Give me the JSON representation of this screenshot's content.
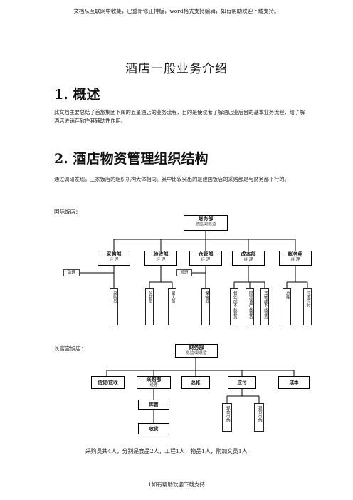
{
  "header_note": "文档从互联网中收集，已重新修正排版，word格式支持编辑，如有帮助欢迎下载支持。",
  "doc_title": "酒店一般业务介绍",
  "section1": {
    "heading": "1. 概述",
    "body": "此文档主要总结了首旅集团下属的五星酒店的业务流程，目的是使读者了解酒店业后台的基本业务流程，给了解酒店进销存软件其辅助性作用。"
  },
  "section2": {
    "heading": "2. 酒店物资管理组织结构",
    "body": "通过调研发现，三家饭店的组织机构大体相同。其中比较突出的是建国饭店的采购部是与财务部平行的。"
  },
  "chart1": {
    "label": "国际饭店：",
    "root": {
      "title": "财务部",
      "sub": "总监/副总监"
    },
    "depts": [
      {
        "title": "采购部",
        "sub": "经 理"
      },
      {
        "title": "验收部",
        "sub": "经 理"
      },
      {
        "title": "仓管部",
        "sub": "经 理"
      },
      {
        "title": "成本部",
        "sub": "经 理"
      },
      {
        "title": "帐务组",
        "sub": "经 理"
      }
    ],
    "tags": [
      "助理",
      "领班"
    ],
    "staff": [
      "采购员",
      "验货员",
      "录入员",
      "保管员",
      "餐饮成本核算员",
      "固定资产核算员",
      "其他成本核算员",
      "总账",
      "应收应付"
    ]
  },
  "chart2": {
    "label": "长富宫饭店：",
    "root": {
      "title": "财务部",
      "sub": "总监/副总监"
    },
    "depts": [
      {
        "title": "信贷/应收"
      },
      {
        "title": "采购部",
        "sub": "经理"
      },
      {
        "title": "总帐"
      },
      {
        "title": "应付"
      },
      {
        "title": "成本"
      }
    ],
    "sub_chain": [
      "库管",
      "收货"
    ],
    "payables": [
      "现金出纳",
      "银行出纳"
    ]
  },
  "summary": "采购员共4人，分别是食品2人，工程1人，物品1人，附加文员1人",
  "footer": "1如有帮助欢迎下载支持"
}
